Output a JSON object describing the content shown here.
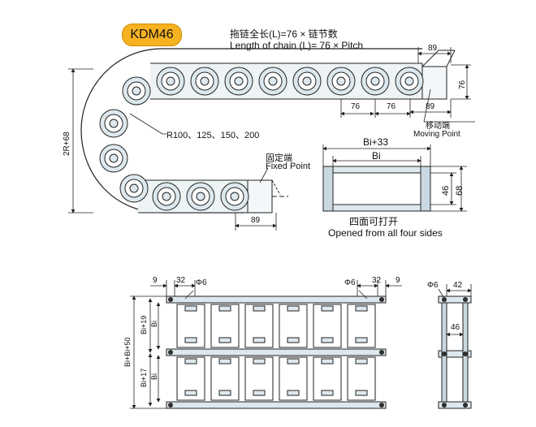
{
  "model": "KDM46",
  "chain_length": {
    "cn": "拖链全长(L)=76 × 链节数",
    "en": "Length of chain (L)= 76 × Pitch"
  },
  "radius_options": "R100、125、150、200",
  "height_label": "2R+68",
  "moving_point": {
    "cn": "移动端",
    "en": "Moving Point"
  },
  "fixed_point": {
    "cn": "固定端",
    "en": "Fixed Point"
  },
  "dims_top": {
    "end_len": "89",
    "height": "76",
    "pitch_a": "76",
    "pitch_b": "76",
    "end_len_b": "89",
    "fixed_end_len": "89"
  },
  "section": {
    "outer": "Bi+33",
    "inner": "Bi",
    "h_inner": "46",
    "h_outer": "68"
  },
  "opening": {
    "cn": "四面可打开",
    "en": "Opened from all four sides"
  },
  "bottom": {
    "left": {
      "a": "9",
      "b": "32",
      "phi": "Φ6"
    },
    "right": {
      "phi": "Φ6",
      "b": "32",
      "a": "9"
    },
    "total_w": "Bi+Bi+50",
    "upper_w": "Bi+19",
    "upper_inner": "Bi",
    "lower_w": "Bi+17",
    "lower_inner": "Bi"
  },
  "side_view": {
    "phi": "Φ6",
    "top": "42",
    "mid": "46"
  },
  "colors": {
    "badge": "#f6b221",
    "fill": "#dde8ee",
    "line": "#222222"
  }
}
